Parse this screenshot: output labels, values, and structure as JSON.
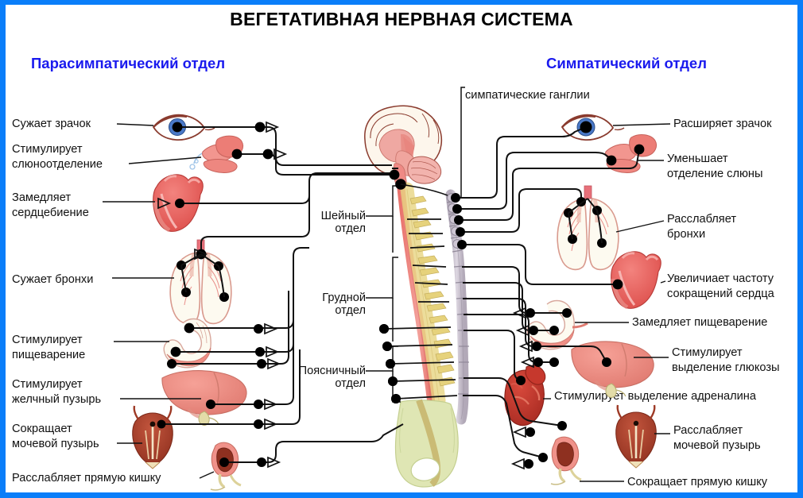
{
  "document": {
    "title": "ВЕГЕТАТИВНАЯ НЕРВНАЯ СИСТЕМА",
    "border_color": "#0a7ef9",
    "background": "#ffffff"
  },
  "headings": {
    "left": "Парасимпатический отдел",
    "right": "Симпатический отдел",
    "heading_color": "#1a1aee"
  },
  "center": {
    "ganglia_label": "симпатические ганглии",
    "spine_sections": [
      {
        "line1": "Шейный",
        "line2": "отдел"
      },
      {
        "line1": "Грудной",
        "line2": "отдел"
      },
      {
        "line1": "Поясничный",
        "line2": "отдел"
      }
    ]
  },
  "parasympathetic": {
    "labels": [
      {
        "line1": "Сужает зрачок",
        "line2": ""
      },
      {
        "line1": "Стимулирует",
        "line2": "слюноотделение"
      },
      {
        "line1": "Замедляет",
        "line2": "сердцебиение"
      },
      {
        "line1": "Сужает бронхи",
        "line2": ""
      },
      {
        "line1": "Стимулирует",
        "line2": "пищеварение"
      },
      {
        "line1": "Стимулирует",
        "line2": "желчный пузырь"
      },
      {
        "line1": "Сокращает",
        "line2": "мочевой пузырь"
      },
      {
        "line1": "Расслабляет прямую кишку",
        "line2": ""
      }
    ],
    "organs": [
      "eye-organ",
      "salivary-gland-organ",
      "heart-organ",
      "lungs-organ",
      "stomach-organ",
      "liver-organ",
      "bladder-organ",
      "rectum-organ"
    ]
  },
  "sympathetic": {
    "labels": [
      {
        "line1": "Расширяет зрачок",
        "line2": ""
      },
      {
        "line1": "Уменьшает",
        "line2": "отделение слюны"
      },
      {
        "line1": "Расслабляет",
        "line2": "бронхи"
      },
      {
        "line1": "Увеличиает частоту",
        "line2": "сокращений сердца"
      },
      {
        "line1": "Замедляет пищеварение",
        "line2": ""
      },
      {
        "line1": "Стимулирует",
        "line2": "выделение глюкозы"
      },
      {
        "line1": "Стимулирует выделение адреналина",
        "line2": ""
      },
      {
        "line1": "Расслабляет",
        "line2": "мочевой пузырь"
      },
      {
        "line1": "Сокращает прямую кишку",
        "line2": ""
      }
    ],
    "organs": [
      "eye-organ",
      "salivary-gland-organ",
      "lungs-organ",
      "heart-organ",
      "stomach-organ",
      "liver-organ",
      "adrenal-gland-organ",
      "bladder-organ",
      "rectum-organ"
    ]
  },
  "palette": {
    "nerve_line": "#151515",
    "ganglion_dot": "#000000",
    "brain_tissue": "#f3a5a0",
    "brain_cortex": "#fdf6ec",
    "brain_outline": "#8a3b2e",
    "spinal_cord": "#ef8a85",
    "vertebrae": "#ead98a",
    "pelvis": "#dfe6b4",
    "sympathetic_chain": "#c9c2cf",
    "organ_red": "#e8625f",
    "organ_pink": "#f2968f",
    "liver": "#ef8f86",
    "adrenal": "#c9342c",
    "lung_fill": "#fdfaf0",
    "lung_edge": "#e8a89a",
    "bladder": "#b8402c",
    "eye_iris": "#4a79c8"
  }
}
